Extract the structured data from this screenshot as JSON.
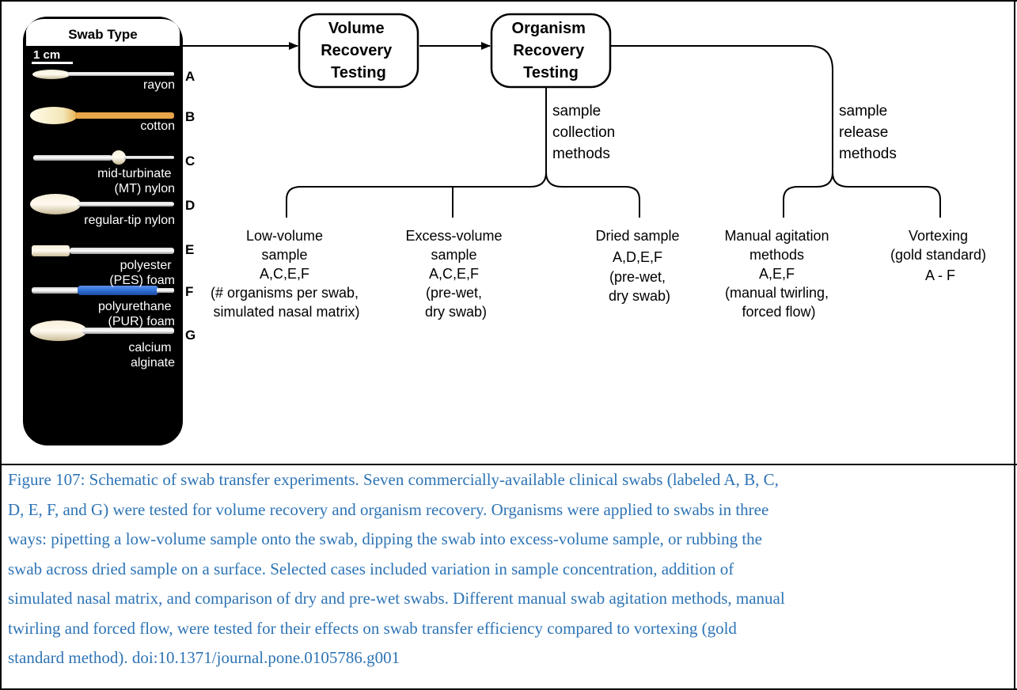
{
  "swab_panel": {
    "title": "Swab Type",
    "scale_label": "1 cm",
    "swabs": [
      {
        "letter": "A",
        "name_lines": [
          "rayon"
        ]
      },
      {
        "letter": "B",
        "name_lines": [
          "cotton"
        ]
      },
      {
        "letter": "C",
        "name_lines": [
          "mid-turbinate",
          "(MT) nylon"
        ]
      },
      {
        "letter": "D",
        "name_lines": [
          "regular-tip nylon"
        ]
      },
      {
        "letter": "E",
        "name_lines": [
          "polyester",
          "(PES) foam"
        ]
      },
      {
        "letter": "F",
        "name_lines": [
          "polyurethane",
          "(PUR) foam"
        ]
      },
      {
        "letter": "G",
        "name_lines": [
          "calcium",
          "alginate"
        ]
      }
    ]
  },
  "nodes": {
    "volume_recovery": [
      "Volume",
      "Recovery",
      "Testing"
    ],
    "organism_recovery": [
      "Organism",
      "Recovery",
      "Testing"
    ]
  },
  "branches": {
    "collection_label": [
      "sample",
      "collection",
      "methods"
    ],
    "release_label": [
      "sample",
      "release",
      "methods"
    ]
  },
  "leaves": {
    "low_volume": {
      "lines": [
        "Low-volume",
        "sample",
        "A,C,E,F",
        "(# organisms per swab,",
        "simulated nasal matrix)"
      ]
    },
    "excess_volume": {
      "lines": [
        "Excess-volume",
        "sample",
        "A,C,E,F",
        "(pre-wet,",
        "dry swab)"
      ]
    },
    "dried_sample": {
      "lines": [
        "Dried sample",
        "A,D,E,F",
        "(pre-wet,",
        "dry swab)"
      ]
    },
    "manual_agitation": {
      "lines": [
        "Manual agitation",
        "methods",
        "A,E,F",
        "(manual twirling,",
        "forced flow)"
      ]
    },
    "vortexing": {
      "lines": [
        "Vortexing",
        "(gold standard)",
        "A - F"
      ]
    }
  },
  "caption": {
    "lines": [
      "Figure 107: Schematic of swab transfer experiments. Seven commercially-available clinical swabs (labeled A, B, C,",
      "D, E, F, and G) were tested for volume recovery and organism recovery. Organisms were applied to swabs in three",
      "ways: pipetting a low-volume sample onto the swab, dipping the swab into excess-volume sample, or rubbing the",
      "swab across dried sample on a surface. Selected cases included variation in sample concentration, addition of",
      "simulated nasal matrix, and comparison of dry and pre-wet swabs. Different manual swab agitation methods, manual",
      "twirling and forced flow, were tested for their effects on swab transfer efficiency compared to vortexing (gold",
      "standard method). doi:10.1371/journal.pone.0105786.g001"
    ]
  },
  "colors": {
    "caption_text": "#2e74b5",
    "swab_panel_bg": "#000000",
    "stroke": "#000000",
    "swab_f_tip": "#2f6fd6"
  }
}
